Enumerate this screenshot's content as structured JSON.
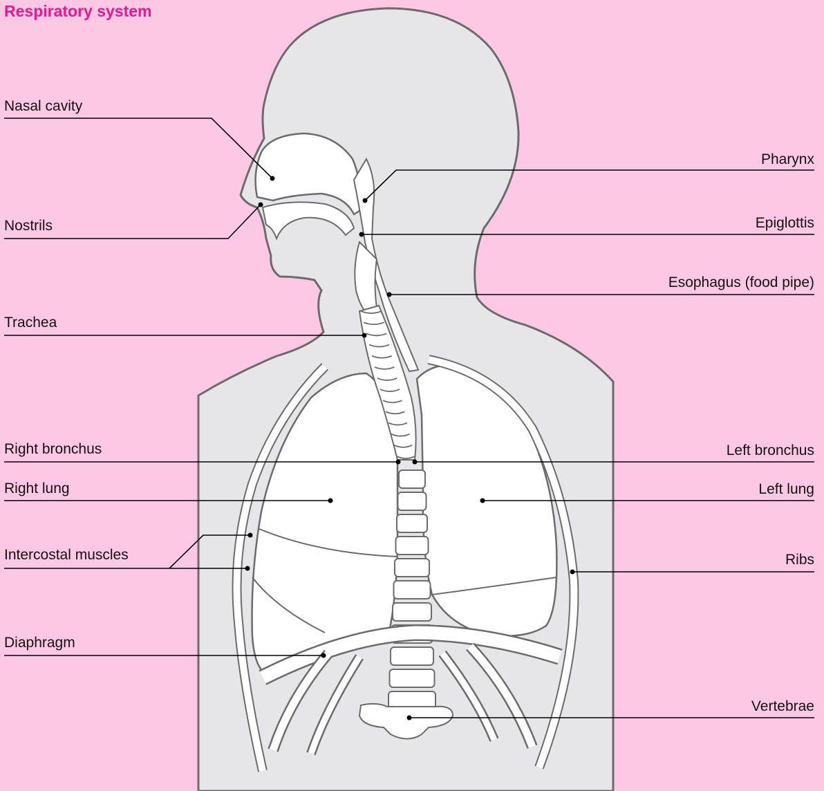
{
  "title": "Respiratory system",
  "colors": {
    "background": "#fdc8e4",
    "title": "#e6198f",
    "body_fill": "#e6e6e8",
    "outline": "#6b6b6b",
    "organ_fill": "#ffffff",
    "leader": "#000000"
  },
  "labels": {
    "nasal_cavity": "Nasal cavity",
    "nostrils": "Nostrils",
    "trachea": "Trachea",
    "right_bronchus": "Right bronchus",
    "right_lung": "Right lung",
    "intercostal_muscles": "Intercostal muscles",
    "diaphragm": "Diaphragm",
    "pharynx": "Pharynx",
    "epiglottis": "Epiglottis",
    "esophagus": "Esophagus (food pipe)",
    "left_bronchus": "Left bronchus",
    "left_lung": "Left lung",
    "ribs": "Ribs",
    "vertebrae": "Vertebrae"
  }
}
